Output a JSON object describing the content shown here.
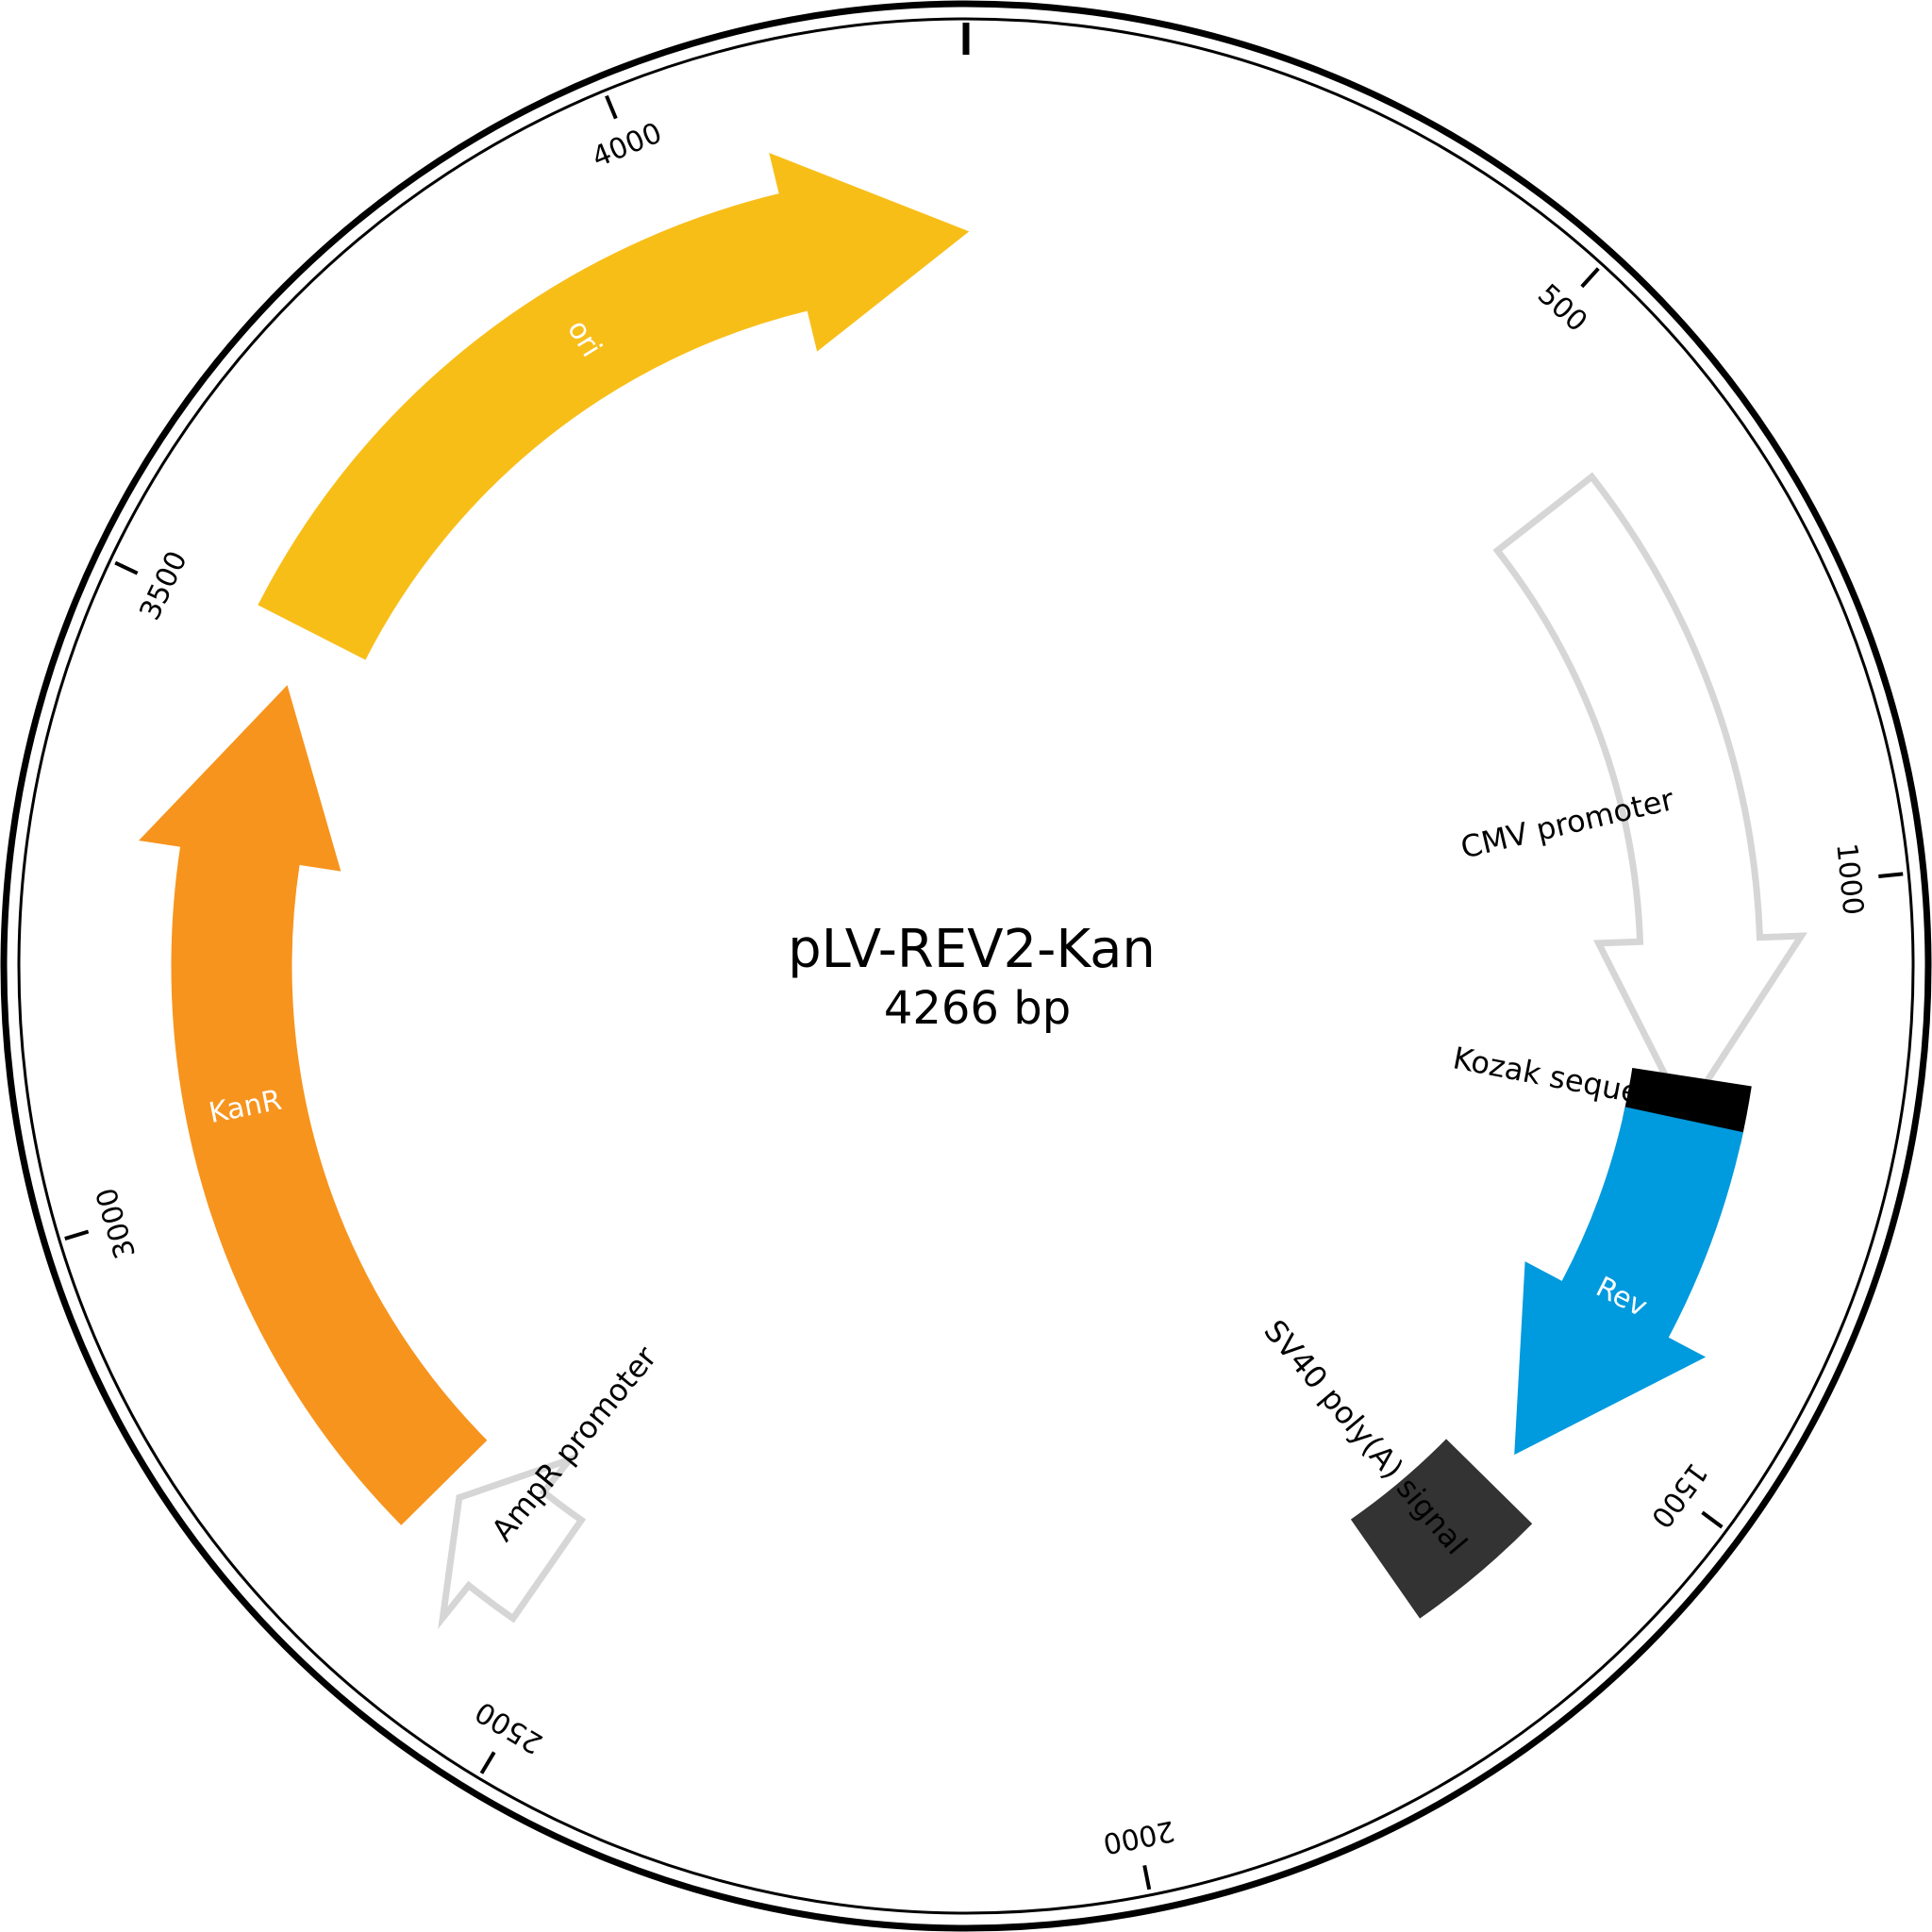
{
  "plasmid": {
    "name": "pLV-REV2-Kan",
    "size_label": "4266 bp",
    "length_bp": 4266
  },
  "ticks": [
    {
      "bp": 0,
      "label": ""
    },
    {
      "bp": 500,
      "label": "500"
    },
    {
      "bp": 1000,
      "label": "1000"
    },
    {
      "bp": 1500,
      "label": "1500"
    },
    {
      "bp": 2000,
      "label": "2000"
    },
    {
      "bp": 2500,
      "label": "2500"
    },
    {
      "bp": 3000,
      "label": "3000"
    },
    {
      "bp": 3500,
      "label": "3500"
    },
    {
      "bp": 4000,
      "label": "4000"
    }
  ],
  "features": [
    {
      "id": "cmv-promoter",
      "label": "CMV promoter",
      "start": 616,
      "end": 1205,
      "direction": "forward",
      "kind": "promoter",
      "fill": "#ffffff",
      "stroke": "#d6d6d6",
      "label_color": "#000000"
    },
    {
      "id": "kozak",
      "label": "Kozak sequence",
      "start": 1170,
      "end": 1220,
      "direction": "none",
      "kind": "box",
      "fill": "#000000",
      "stroke": "#000000",
      "label_color": "#000000"
    },
    {
      "id": "rev",
      "label": "Rev",
      "start": 1210,
      "end": 1560,
      "direction": "forward",
      "kind": "gene",
      "fill": "#009ade",
      "stroke": "#009ade",
      "label_color": "#ffffff"
    },
    {
      "id": "sv40-polya",
      "label": "SV40 poly(A) signal",
      "start": 1595,
      "end": 1720,
      "direction": "none",
      "kind": "box",
      "fill": "#333333",
      "stroke": "#333333",
      "label_color": "#000000"
    },
    {
      "id": "ampr-promoter",
      "label": "AmpR promoter",
      "start": 2545,
      "end": 2650,
      "direction": "forward",
      "kind": "promoter",
      "fill": "#ffffff",
      "stroke": "#d6d6d6",
      "label_color": "#000000"
    },
    {
      "id": "kanr",
      "label": "KanR",
      "start": 2670,
      "end": 3465,
      "direction": "forward",
      "kind": "gene",
      "fill": "#f7941d",
      "stroke": "#f7941d",
      "label_color": "#ffffff"
    },
    {
      "id": "ori",
      "label": "ori",
      "start": 3520,
      "end": 4268,
      "direction": "forward",
      "kind": "origin",
      "fill": "#f8be18",
      "stroke": "#f8be18",
      "label_color": "#ffffff"
    }
  ]
}
